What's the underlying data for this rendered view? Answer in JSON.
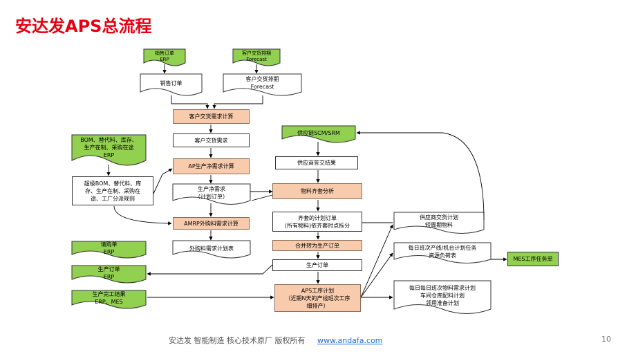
{
  "title": "安达发APS总流程",
  "nodes": {
    "sales_order_erp": "销售订单\nERP",
    "forecast_erp": "客户交货排期\nForecast",
    "sales_order": "销售订单",
    "forecast": "客户交货排期\nForecast",
    "customer_demand_calc": "客户交货需求计算",
    "customer_demand": "客户交货需求",
    "bom_source": "BOM、替代料、库存、\n生产在制、采购在途\nERP",
    "ap_net_calc": "AP生产净需求计算",
    "rules": "超级BOM、替代料、库\n存、生产在制、采购在\n途、工厂分派规则",
    "net_demand": "生产净需求\n（计划订单）",
    "amrp_calc": "AMRP外购料需求计算",
    "purchase_plan": "外购料需求计划表",
    "purchase_order_erp": "请购单\nERP",
    "production_order_erp": "生产订单\nERP",
    "completion_erp": "生产完工结果\nERP、MES",
    "supply_scm": "供应链SCM/SRM",
    "supplier_result": "供应商答交结果",
    "kitting": "物料齐套分析",
    "kitted_orders": "齐套的计划订单\n(所有物料)依齐套时点拆分",
    "merge_orders": "合并转为生产订单",
    "production_order": "生产订单",
    "aps_schedule": "APS工序计划\n（近期N天的产线班次工序\n细排产）",
    "supplier_delivery": "供应商交货计划\n短周期物料",
    "daily_load": "每日班次产线/机台计划任务\n资源负荷表",
    "mes_task": "MES工序任务单",
    "daily_material": "每日每日班次物料需求计划\n车间仓库配料计划\n领用准备计划"
  },
  "footer": {
    "text": "安达发  智能制造 核心技术原厂   版权所有",
    "link": "www.andafa.com",
    "page": "10"
  }
}
